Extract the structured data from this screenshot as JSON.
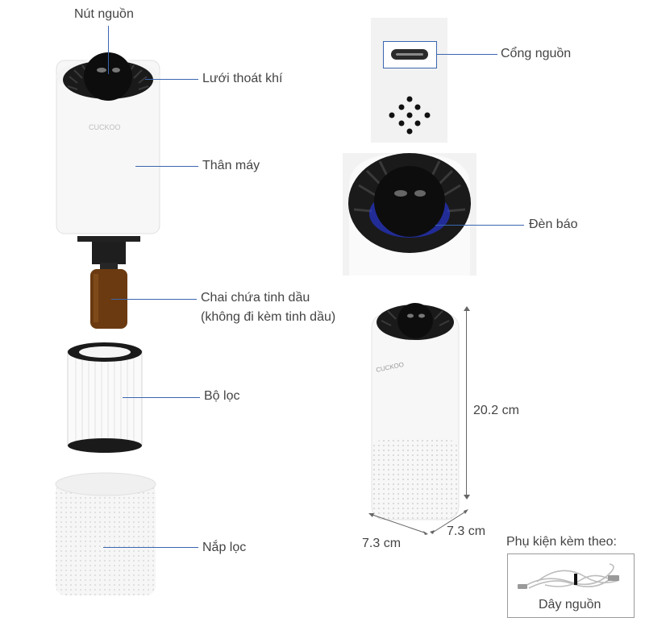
{
  "labels": {
    "power_button": "Nút nguồn",
    "air_outlet": "Lưới thoát khí",
    "body": "Thân máy",
    "oil_bottle_line1": "Chai chứa tinh dầu",
    "oil_bottle_line2": "(không đi kèm tinh dầu)",
    "filter": "Bộ lọc",
    "filter_cover": "Nắp lọc",
    "power_port": "Cổng nguồn",
    "indicator_light": "Đèn báo",
    "height": "20.2 cm",
    "width": "7.3 cm",
    "depth": "7.3 cm",
    "accessories_title": "Phụ kiện kèm theo:",
    "power_cable": "Dây nguồn"
  },
  "brand": "CUCKOO",
  "colors": {
    "accent_line": "#3a66b0",
    "device_body": "#f7f7f7",
    "outlet_grille": "#1a1a1a",
    "bottle": "#6b3a10",
    "indicator_glow": "#2a3cff"
  }
}
